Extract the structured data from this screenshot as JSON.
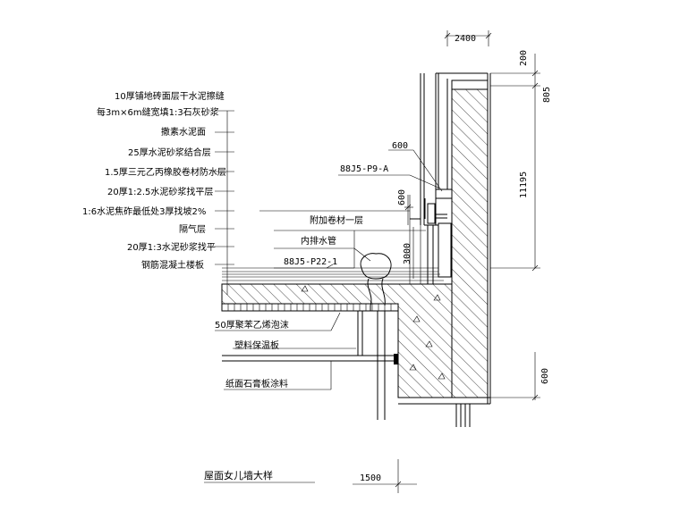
{
  "labels": {
    "l1a": "10厚铺地砖面层干水泥擦缝",
    "l1b": "每3m×6m缝宽填1:3石灰砂浆",
    "l2": "撒素水泥面",
    "l3": "25厚水泥砂浆结合层",
    "l4": "1.5厚三元乙丙橡胶卷材防水层",
    "l5": "20厚1:2.5水泥砂浆找平层",
    "l6": "1:6水泥焦砟最低处3厚找坡2%",
    "l7": "隔气层",
    "l8": "20厚1:3水泥砂浆找平",
    "l9": "钢筋混凝土楼板",
    "l10": "50厚聚苯乙烯泡沫",
    "l11": "塑料保温板",
    "l12": "纸面石膏板涂料",
    "ref1": "88J5-P9-A",
    "ref2": "88J5-P22-1",
    "extra1": "附加卷材一层",
    "extra2": "内排水管",
    "title": "屋面女儿墙大样"
  },
  "dims": {
    "d2400": "2400",
    "d200": "200",
    "d805": "805",
    "d11195": "11195",
    "d600a": "600",
    "d600b": "600",
    "d3000": "3000",
    "d600c": "600",
    "d1500": "1500"
  }
}
